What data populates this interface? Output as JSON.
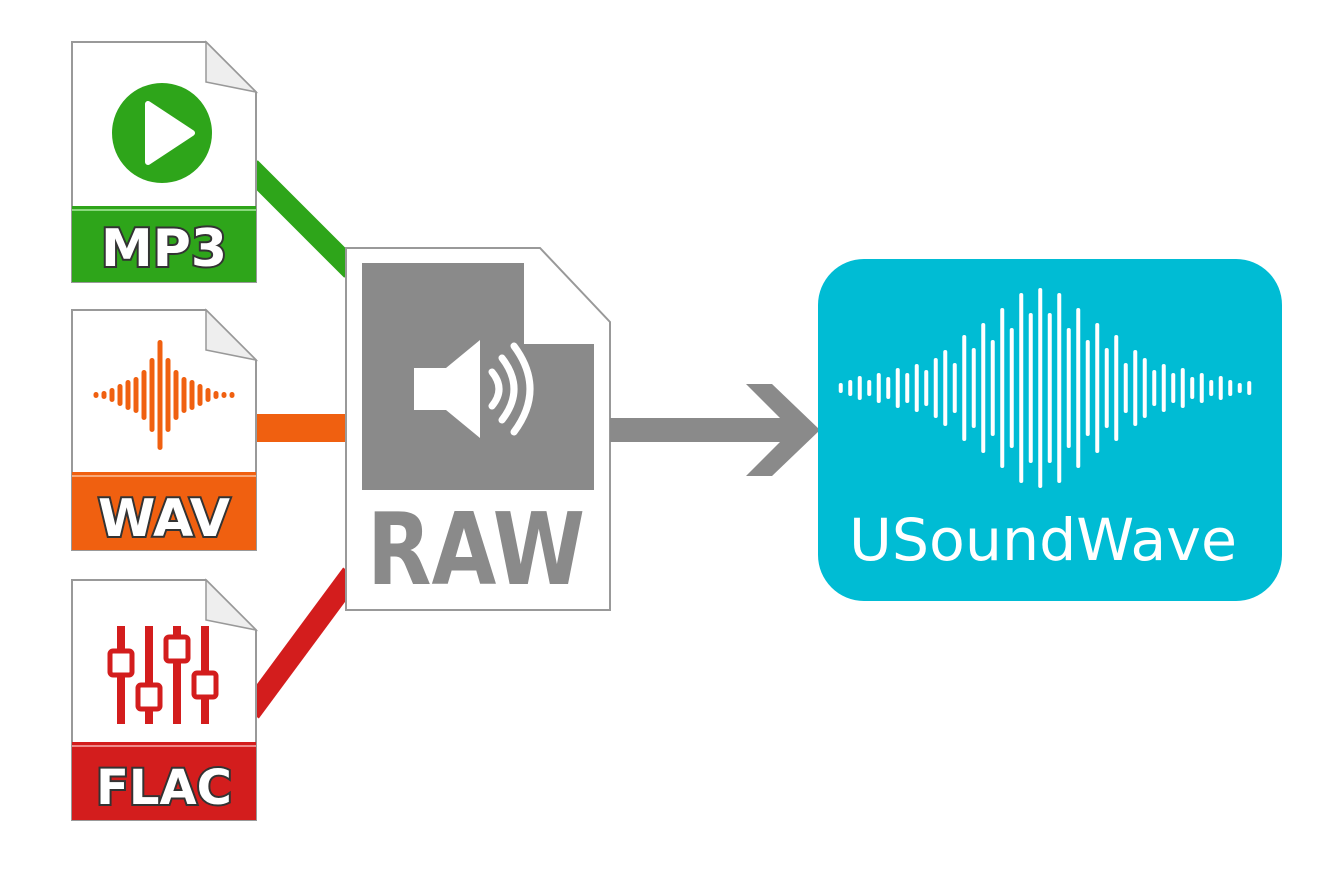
{
  "colors": {
    "mp3": "#2ea51a",
    "wav": "#f06010",
    "flac": "#d31d1d",
    "raw": "#8a8a8a",
    "brand": "#00bcd4",
    "paper": "#ffffff",
    "paper_border": "#999999"
  },
  "inputs": [
    {
      "format": "MP3",
      "icon": "play-icon"
    },
    {
      "format": "WAV",
      "icon": "waveform-icon"
    },
    {
      "format": "FLAC",
      "icon": "equalizer-icon"
    }
  ],
  "center": {
    "label": "RAW",
    "icon": "speaker-icon"
  },
  "output": {
    "label": "USoundWave",
    "icon": "sound-wave-icon"
  }
}
